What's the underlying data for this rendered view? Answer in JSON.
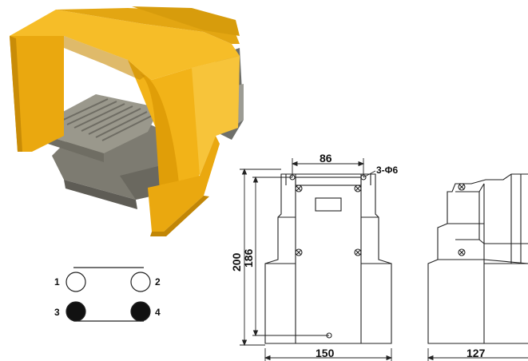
{
  "dimensions": {
    "top_width": "86",
    "hole_spec": "3-Φ6",
    "overall_height": "200",
    "inner_height": "186",
    "base_width": "150",
    "side_depth": "127"
  },
  "contacts": {
    "labels": [
      "1",
      "2",
      "3",
      "4"
    ]
  },
  "colors": {
    "guard_yellow": "#f2b318",
    "guard_shadow": "#c98c07",
    "pedal_gray": "#8f8d80",
    "pedal_dark": "#6f6d63",
    "line": "#222222"
  },
  "icons": {
    "product_photo": "foot-pedal-switch-with-guard",
    "contact_open": "open-circle-icon",
    "contact_closed": "filled-circle-icon"
  }
}
